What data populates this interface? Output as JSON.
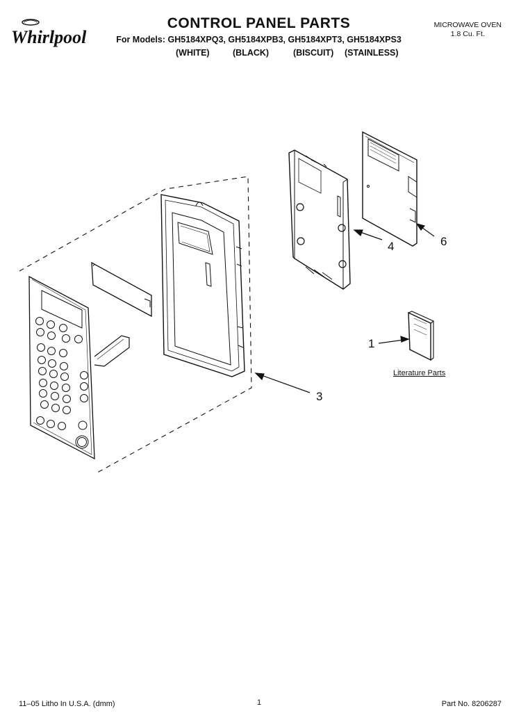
{
  "brand": "Whirlpool",
  "header": {
    "title": "CONTROL PANEL PARTS",
    "models_line": "For Models: GH5184XPQ3, GH5184XPB3, GH5184XPT3, GH5184XPS3",
    "colors": [
      "(WHITE)",
      "(BLACK)",
      "(BISCUIT)",
      "(STAINLESS)"
    ],
    "product_line1": "MICROWAVE OVEN",
    "product_line2": "1.8 Cu. Ft."
  },
  "callouts": {
    "part_1": "1",
    "part_3": "3",
    "part_4": "4",
    "part_6": "6",
    "literature_label": "Literature Parts"
  },
  "footer": {
    "print_info": "11–05 Litho In U.S.A. (dmm)",
    "page": "1",
    "part_number": "Part No. 8206287"
  }
}
